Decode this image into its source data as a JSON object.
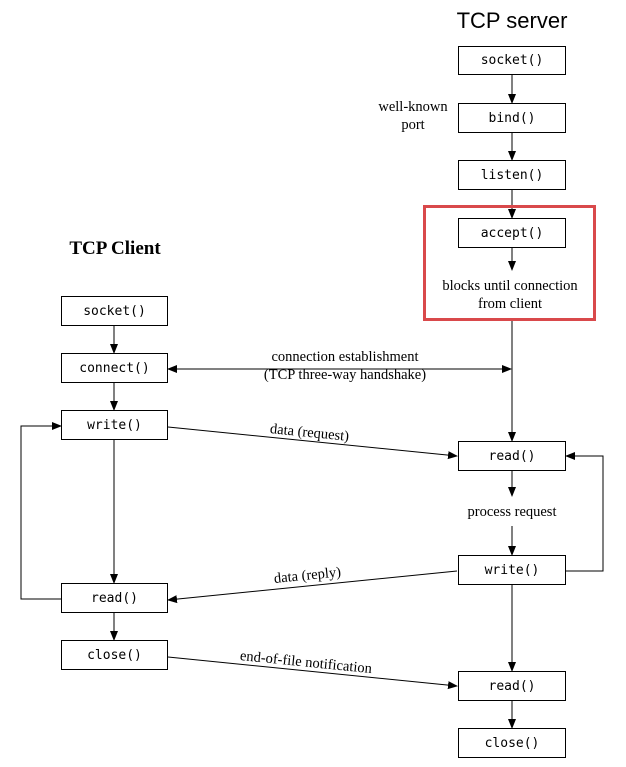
{
  "server": {
    "title": "TCP server",
    "socket": "socket()",
    "bind": "bind()",
    "listen": "listen()",
    "accept": "accept()",
    "read1": "read()",
    "write": "write()",
    "read2": "read()",
    "close": "close()",
    "well_known_line1": "well-known",
    "well_known_line2": "port",
    "blocks_line1": "blocks until connection",
    "blocks_line2": "from client",
    "process_request": "process request",
    "highlight_color": "#d9494b"
  },
  "client": {
    "title": "TCP Client",
    "socket": "socket()",
    "connect": "connect()",
    "write": "write()",
    "read": "read()",
    "close": "close()"
  },
  "messages": {
    "connection_line1": "connection establishment",
    "connection_line2": "(TCP three-way handshake)",
    "data_request": "data (request)",
    "data_reply": "data (reply)",
    "eof": "end-of-file notification"
  }
}
